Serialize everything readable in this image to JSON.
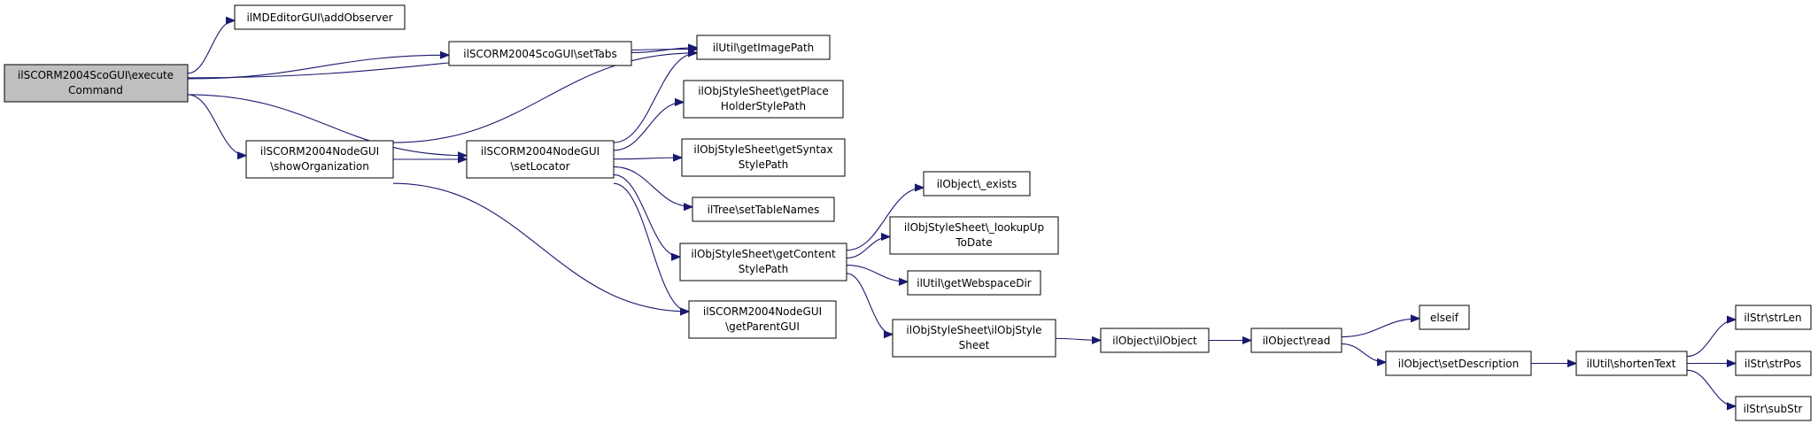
{
  "colors": {
    "edge": "#191970",
    "root_fill": "#bfbfbf",
    "node_fill": "#ffffff",
    "border": "#000000"
  },
  "nodes": [
    {
      "id": "n0",
      "lines": [
        "ilSCORM2004ScoGUI\\execute",
        "Command"
      ],
      "root": true
    },
    {
      "id": "n1",
      "lines": [
        "ilMDEditorGUI\\addObserver"
      ]
    },
    {
      "id": "n2",
      "lines": [
        "ilSCORM2004ScoGUI\\setTabs"
      ]
    },
    {
      "id": "n3",
      "lines": [
        "ilUtil\\getImagePath"
      ]
    },
    {
      "id": "n4",
      "lines": [
        "ilSCORM2004NodeGUI",
        "\\showOrganization"
      ]
    },
    {
      "id": "n5",
      "lines": [
        "ilSCORM2004NodeGUI",
        "\\setLocator"
      ]
    },
    {
      "id": "n6",
      "lines": [
        "ilSCORM2004NodeGUI",
        "\\getParentGUI"
      ]
    },
    {
      "id": "n7",
      "lines": [
        "ilObjStyleSheet\\getPlace",
        "HolderStylePath"
      ]
    },
    {
      "id": "n8",
      "lines": [
        "ilObjStyleSheet\\getSyntax",
        "StylePath"
      ]
    },
    {
      "id": "n9",
      "lines": [
        "ilTree\\setTableNames"
      ]
    },
    {
      "id": "n10",
      "lines": [
        "ilObjStyleSheet\\getContent",
        "StylePath"
      ]
    },
    {
      "id": "n11",
      "lines": [
        "ilObject\\_exists"
      ]
    },
    {
      "id": "n12",
      "lines": [
        "ilObjStyleSheet\\_lookupUp",
        "ToDate"
      ]
    },
    {
      "id": "n13",
      "lines": [
        "ilUtil\\getWebspaceDir"
      ]
    },
    {
      "id": "n14",
      "lines": [
        "ilObjStyleSheet\\ilObjStyle",
        "Sheet"
      ]
    },
    {
      "id": "n15",
      "lines": [
        "ilObject\\ilObject"
      ]
    },
    {
      "id": "n16",
      "lines": [
        "ilObject\\read"
      ]
    },
    {
      "id": "n17",
      "lines": [
        "elseif"
      ]
    },
    {
      "id": "n18",
      "lines": [
        "ilObject\\setDescription"
      ]
    },
    {
      "id": "n19",
      "lines": [
        "ilUtil\\shortenText"
      ]
    },
    {
      "id": "n20",
      "lines": [
        "ilStr\\strLen"
      ]
    },
    {
      "id": "n21",
      "lines": [
        "ilStr\\strPos"
      ]
    },
    {
      "id": "n22",
      "lines": [
        "ilStr\\subStr"
      ]
    }
  ],
  "edges": [
    [
      "n0",
      "n1"
    ],
    [
      "n0",
      "n2"
    ],
    [
      "n0",
      "n3"
    ],
    [
      "n0",
      "n4"
    ],
    [
      "n0",
      "n5"
    ],
    [
      "n2",
      "n3"
    ],
    [
      "n4",
      "n3"
    ],
    [
      "n4",
      "n5"
    ],
    [
      "n4",
      "n6"
    ],
    [
      "n5",
      "n3"
    ],
    [
      "n5",
      "n7"
    ],
    [
      "n5",
      "n8"
    ],
    [
      "n5",
      "n9"
    ],
    [
      "n5",
      "n10"
    ],
    [
      "n5",
      "n6"
    ],
    [
      "n10",
      "n11"
    ],
    [
      "n10",
      "n12"
    ],
    [
      "n10",
      "n13"
    ],
    [
      "n10",
      "n14"
    ],
    [
      "n14",
      "n15"
    ],
    [
      "n15",
      "n16"
    ],
    [
      "n16",
      "n17"
    ],
    [
      "n16",
      "n18"
    ],
    [
      "n18",
      "n19"
    ],
    [
      "n19",
      "n20"
    ],
    [
      "n19",
      "n21"
    ],
    [
      "n19",
      "n22"
    ]
  ]
}
